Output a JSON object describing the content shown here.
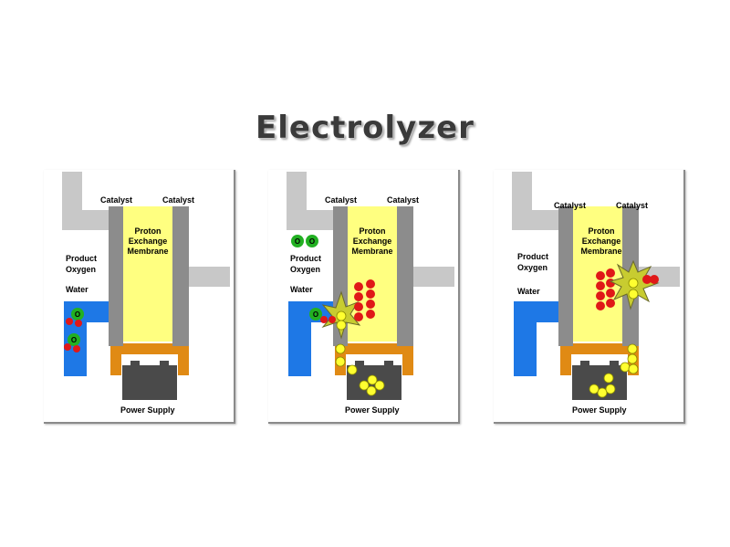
{
  "title": "Electrolyzer",
  "labels": {
    "catalyst": "Catalyst",
    "membrane_line1": "Proton",
    "membrane_line2": "Exchange",
    "membrane_line3": "Membrane",
    "product": "Product",
    "oxygen": "Oxygen",
    "water": "Water",
    "power_supply": "Power Supply"
  },
  "symbols": {
    "oxygen_atom": "O",
    "electron": "-",
    "proton": "+"
  },
  "colors": {
    "pipe_gray": "#c8c8c8",
    "catalyst_gray": "#8c8c8c",
    "membrane_yellow": "#ffff80",
    "water_blue": "#1e78e6",
    "circuit_orange": "#e08a14",
    "supply_dark": "#4a4a4a",
    "oxygen_green": "#22b022",
    "hydrogen_red": "#e01818",
    "electron_yellow": "#ffff30"
  }
}
